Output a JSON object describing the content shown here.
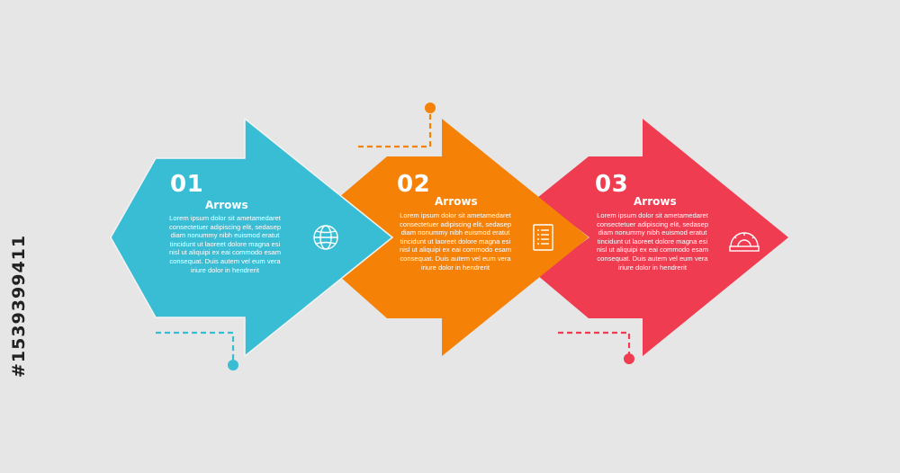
{
  "colors": {
    "background": "#e6e6e6",
    "step1": "#38bdd5",
    "step2": "#f58207",
    "step3": "#ef3c51"
  },
  "steps": [
    {
      "number": "01",
      "title": "Arrows",
      "icon": "globe-icon",
      "lines": [
        "Lorem ipsum dolor sit ametamedaret",
        "consectetuer adipiscing elit, sedasep",
        "diam nonummy nibh euismod eratut",
        "tincidunt ut laoreet dolore magna esi",
        "nisl ut aliquipi ex eai commodo esam",
        "consequat. Duis autem vel eum vera",
        "iriure dolor in hendrerit"
      ]
    },
    {
      "number": "02",
      "title": "Arrows",
      "icon": "list-document-icon",
      "lines": [
        "Lorem ipsum dolor sit ametamedaret",
        "consectetuer adipiscing elit, sedasep",
        "diam nonummy nibh euismod eratut",
        "tincidunt ut laoreet dolore magna esi",
        "nisl ut aliquipi ex eai commodo esam",
        "consequat. Duis autem vel eum vera",
        "iriure dolor in hendrerit"
      ]
    },
    {
      "number": "03",
      "title": "Arrows",
      "icon": "protractor-icon",
      "lines": [
        "Lorem ipsum dolor sit ametamedaret",
        "consectetuer adipiscing elit, sedasep",
        "diam nonummy nibh euismod eratut",
        "tincidunt ut laoreet dolore magna esi",
        "nisl ut aliquipi ex eai commodo esam",
        "consequat. Duis autem vel eum vera",
        "iriure dolor in hendrerit"
      ]
    }
  ],
  "side_label": "#1539399411"
}
